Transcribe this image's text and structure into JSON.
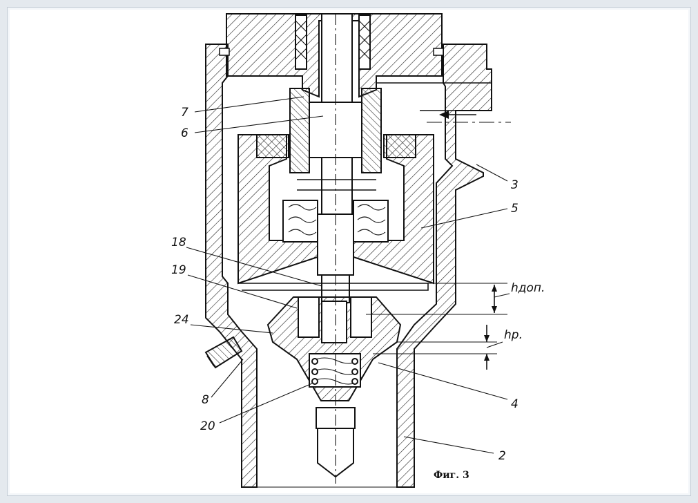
{
  "figure": {
    "caption": "Фиг. 3",
    "labels": {
      "l7": "7",
      "l6": "6",
      "l3": "3",
      "l5": "5",
      "l18": "18",
      "l19": "19",
      "l24": "24",
      "l8": "8",
      "l20": "20",
      "l4": "4",
      "l2": "2"
    },
    "dimensions": {
      "h_dop": "hдоп.",
      "h_p": "hp."
    },
    "flow_arrow": "arrow-left-icon"
  }
}
